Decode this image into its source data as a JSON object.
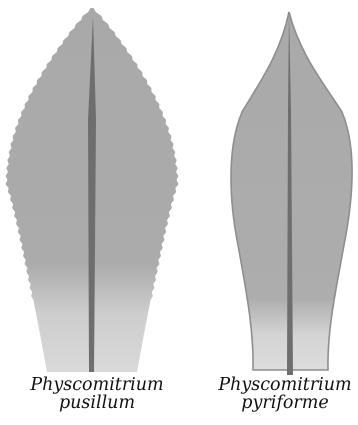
{
  "figure": {
    "leaves": [
      {
        "id": "pusillum",
        "label_line1": "Physcomitrium",
        "label_line2": "pusillum"
      },
      {
        "id": "pyriforme",
        "label_line1": "Physcomitrium",
        "label_line2": "pyriforme"
      }
    ]
  },
  "colors": {
    "blade_dark": "#a9a9a9",
    "blade_light": "#d9d9d9",
    "blade_outline": "#8e8e8e",
    "midrib": "#6e6e6e"
  }
}
